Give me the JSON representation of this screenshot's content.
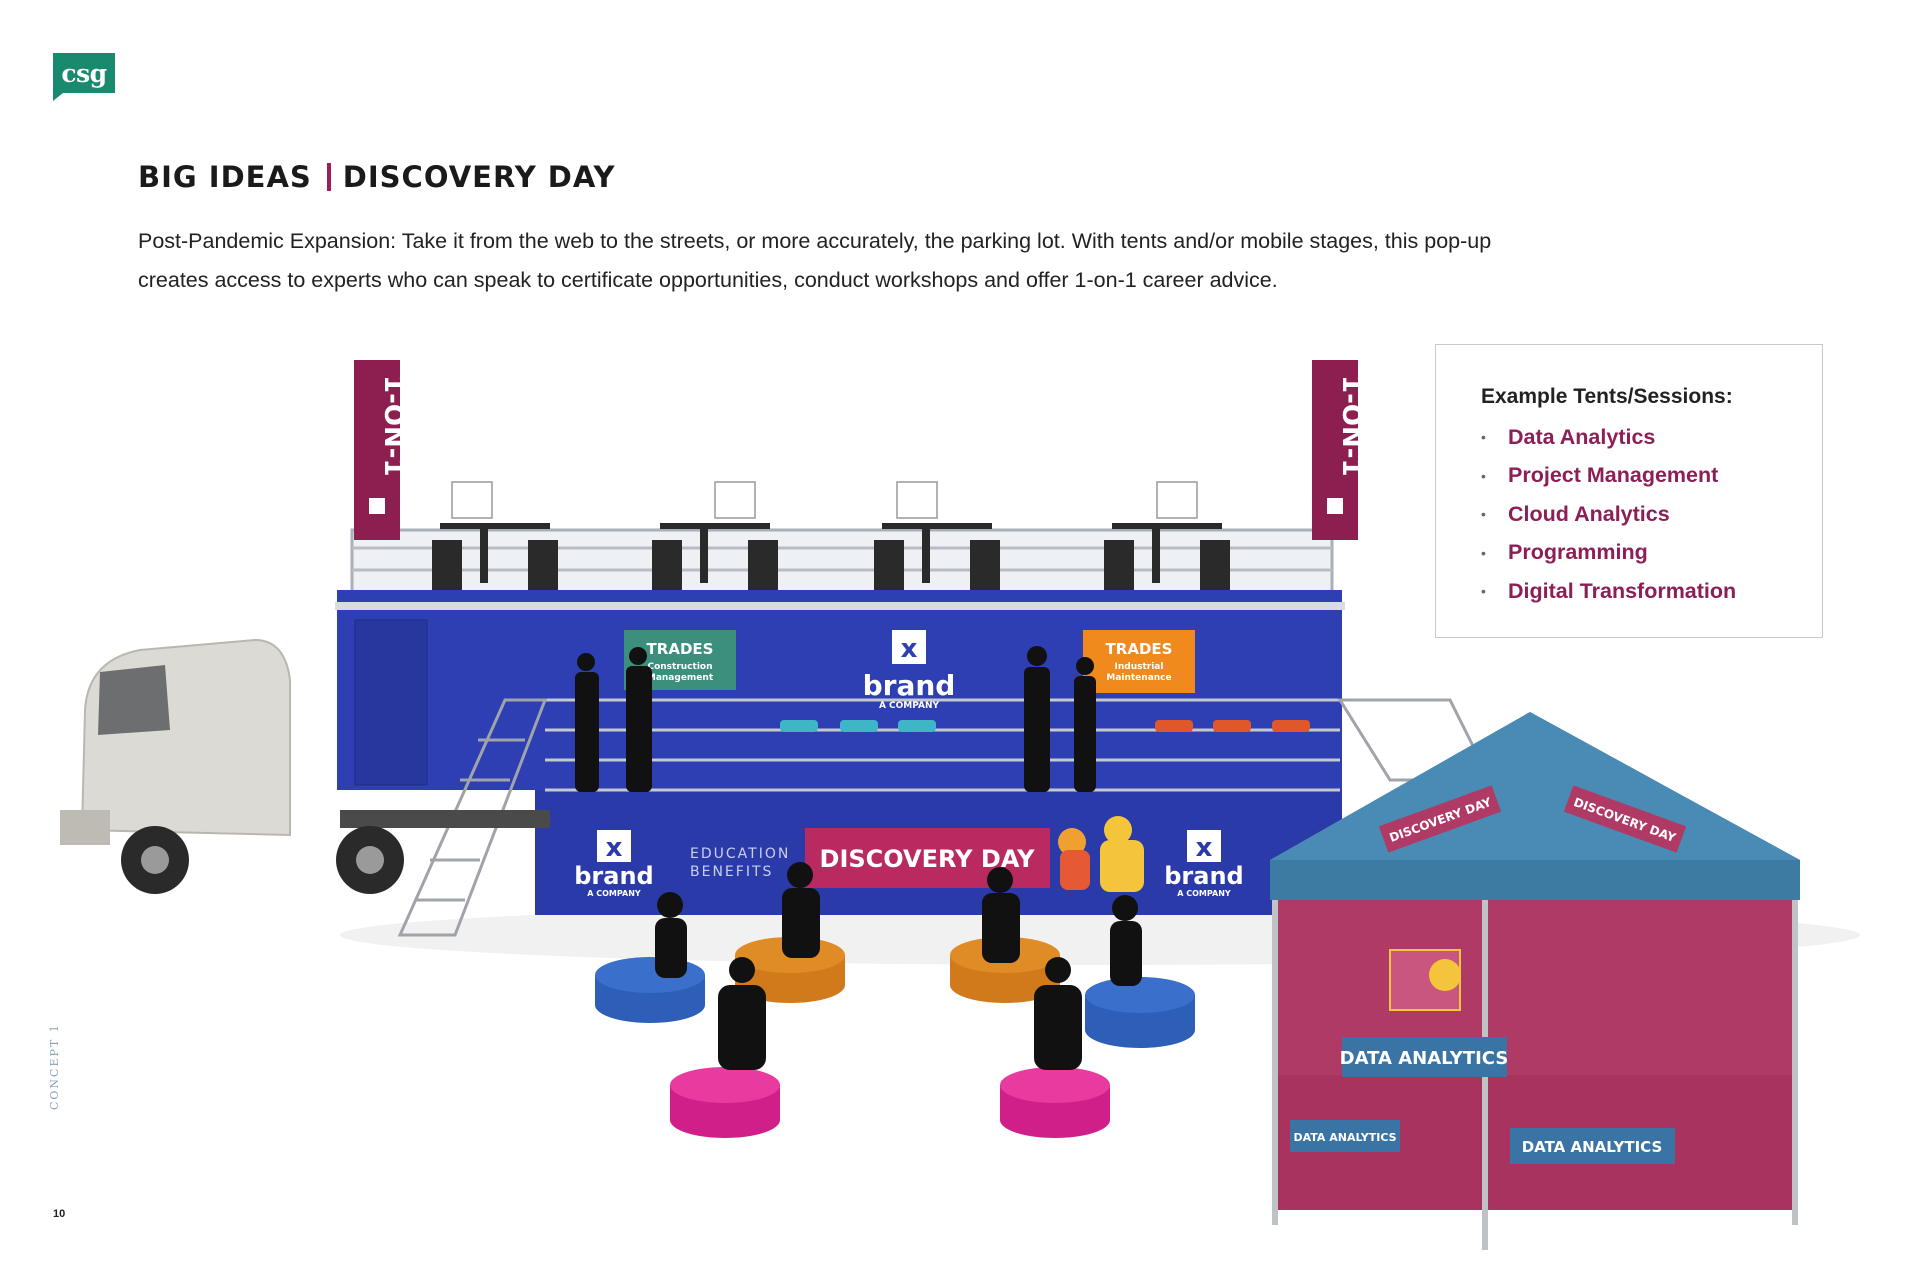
{
  "logo": {
    "text": "csg",
    "color": "#1a8a6e"
  },
  "header": {
    "title_left": "BIG IDEAS",
    "title_right": "DISCOVERY DAY",
    "accent": "#9b1d5a"
  },
  "intro": "Post-Pandemic Expansion: Take it from the web to the streets, or more accurately, the parking lot. With tents and/or mobile stages, this pop-up creates access to experts who can speak to certificate opportunities, conduct workshops and offer 1-on-1 career advice.",
  "sessions": {
    "heading": "Example Tents/Sessions:",
    "items": [
      "Data Analytics",
      "Project Management",
      "Cloud Analytics",
      "Programming",
      "Digital Transformation"
    ]
  },
  "illustration": {
    "banner_text": "1-ON-1",
    "brand_word": "brand",
    "brand_sub": "A COMPANY",
    "sign_trades": "TRADES",
    "sign_left_sub_1": "Construction",
    "sign_left_sub_2": "Management",
    "sign_right_sub_1": "Industrial",
    "sign_right_sub_2": "Maintenance",
    "edu_line1": "EDUCATION",
    "edu_line2": "BENEFITS",
    "stage_banner": "DISCOVERY DAY",
    "tent_roof_text": "DISCOVERY DAY",
    "tent_panel_text": "DATA ANALYTICS",
    "colors": {
      "trailer": "#2d3fb3",
      "magenta": "#b82a60",
      "teal": "#3b8f7c",
      "orange": "#f08a1c",
      "tent_roof": "#3e7ba3",
      "tent_wall": "#b03a66"
    }
  },
  "footer": {
    "side_label": "CONCEPT 1",
    "page_number": "10"
  }
}
